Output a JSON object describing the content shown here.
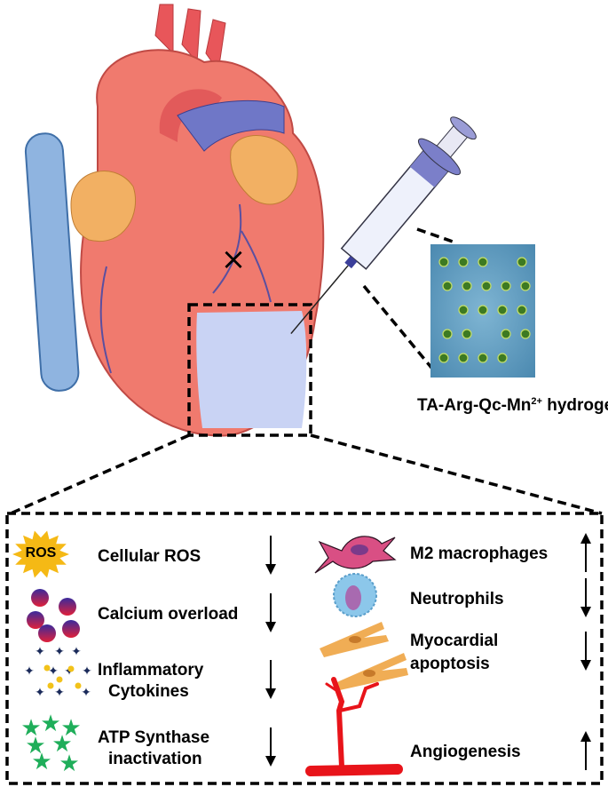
{
  "x_mark": "×",
  "hydrogel": {
    "label_prefix": "TA-Arg-Qc-Mn",
    "label_sup": "2+",
    "label_suffix": " hydrogel"
  },
  "effects_left": [
    {
      "icon": "ros-burst-icon",
      "icon_text": "ROS",
      "lines": [
        "Cellular ROS"
      ],
      "direction": "down"
    },
    {
      "icon": "calcium-spheres-icon",
      "lines": [
        "Calcium overload"
      ],
      "direction": "down"
    },
    {
      "icon": "cytokines-icon",
      "lines": [
        "Inflammatory",
        "Cytokines"
      ],
      "direction": "down"
    },
    {
      "icon": "green-stars-icon",
      "lines": [
        "ATP Synthase",
        "inactivation"
      ],
      "direction": "down"
    }
  ],
  "effects_right": [
    {
      "icon": "macrophage-icon",
      "lines": [
        "M2  macrophages"
      ],
      "direction": "up"
    },
    {
      "icon": "neutrophil-icon",
      "lines": [
        "Neutrophils"
      ],
      "direction": "down"
    },
    {
      "icon": "cardiomyocyte-icon",
      "lines": [
        "Myocardial",
        "apoptosis"
      ],
      "direction": "down"
    },
    {
      "icon": "blood-vessel-icon",
      "lines": [
        "Angiogenesis"
      ],
      "direction": "up"
    }
  ],
  "colors": {
    "heart": "#f07a6e",
    "vessel_blue": "#7fa9d9",
    "fat": "#f2b063",
    "patch": "#c9d3f4",
    "hydrogel": "#5f9cbf",
    "star_green": "#1fae5a",
    "vessel_red": "#e8141a"
  }
}
